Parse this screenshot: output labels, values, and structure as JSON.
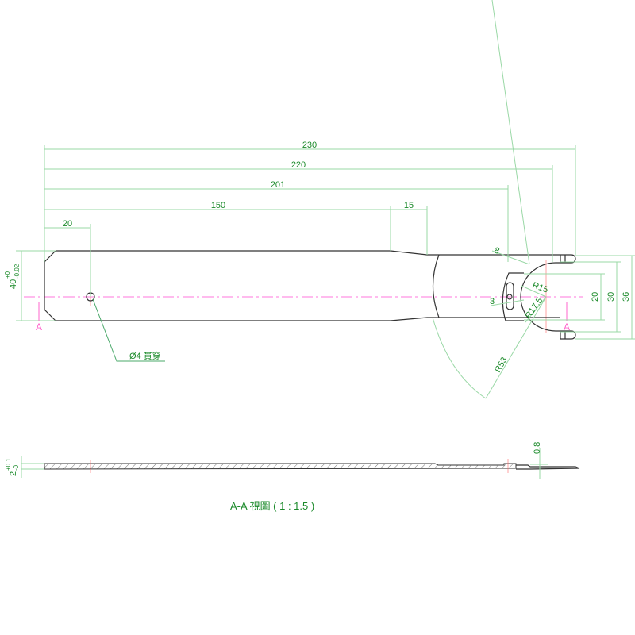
{
  "dimensions": {
    "overall_230": "230",
    "length_220": "220",
    "length_201": "201",
    "length_150": "150",
    "length_15": "15",
    "hole_offset_20": "20",
    "width_40": "40",
    "width_40_tol_upper": "+0",
    "width_40_tol_lower": "-0.02",
    "slot_8": "8",
    "slot_3": "3",
    "radius_15": "R15",
    "radius_17_5": "R17.5",
    "radius_53": "R53",
    "height_20": "20",
    "height_30": "30",
    "height_36": "36",
    "thickness_2": "2",
    "thickness_tol_upper": "+0.1",
    "thickness_tol_lower": "-0",
    "step_0_8": "0.8"
  },
  "hole_note": "Ø4 貫穿",
  "section_marker": "A",
  "section_title": "A-A 視圖 ( 1 : 1.5 )",
  "colors": {
    "dimension_text": "#1b8a2a",
    "dimension_line": "#9ad8a6",
    "centerline": "#ff77dd",
    "outline": "#333333"
  }
}
